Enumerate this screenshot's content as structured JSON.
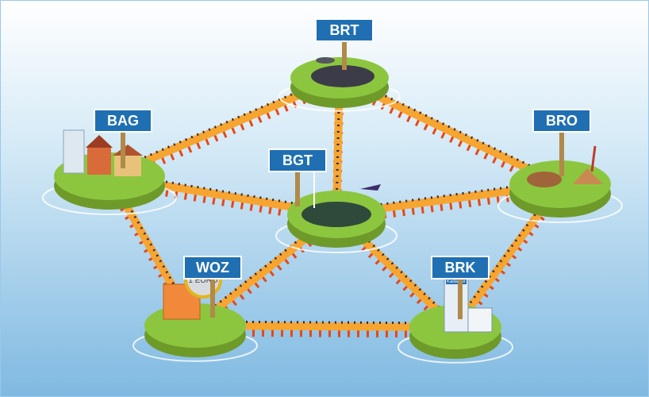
{
  "islands": [
    {
      "id": "brt",
      "label": "BRT",
      "theme": "topography",
      "sign_color": "#1f6fb2"
    },
    {
      "id": "bag",
      "label": "BAG",
      "theme": "buildings",
      "sign_color": "#1f6fb2"
    },
    {
      "id": "bgt",
      "label": "BGT",
      "theme": "large-scale-map",
      "sign_color": "#1f6fb2"
    },
    {
      "id": "bro",
      "label": "BRO",
      "theme": "subsurface",
      "sign_color": "#1f6fb2"
    },
    {
      "id": "woz",
      "label": "WOZ",
      "theme": "property-value",
      "sign_color": "#1f6fb2"
    },
    {
      "id": "brk",
      "label": "BRK",
      "theme": "cadastre",
      "sign_color": "#1f6fb2"
    }
  ],
  "bridges": [
    [
      "bag",
      "brt"
    ],
    [
      "brt",
      "bro"
    ],
    [
      "brt",
      "bgt"
    ],
    [
      "bag",
      "bgt"
    ],
    [
      "bgt",
      "bro"
    ],
    [
      "bag",
      "woz"
    ],
    [
      "woz",
      "bgt"
    ],
    [
      "bgt",
      "brk"
    ],
    [
      "woz",
      "brk"
    ],
    [
      "brk",
      "bro"
    ]
  ],
  "building_sign": "Kadaster",
  "coin_text": "1 EURO",
  "colors": {
    "sky_top": "#ffffff",
    "sky_bottom": "#8fc3e6",
    "grass": "#8cc63f",
    "earth": "#6e9a2a",
    "bridge_deck": "#f7a531",
    "bridge_arch": "#e5481b",
    "sign": "#1f6fb2",
    "post": "#b08a4a"
  }
}
